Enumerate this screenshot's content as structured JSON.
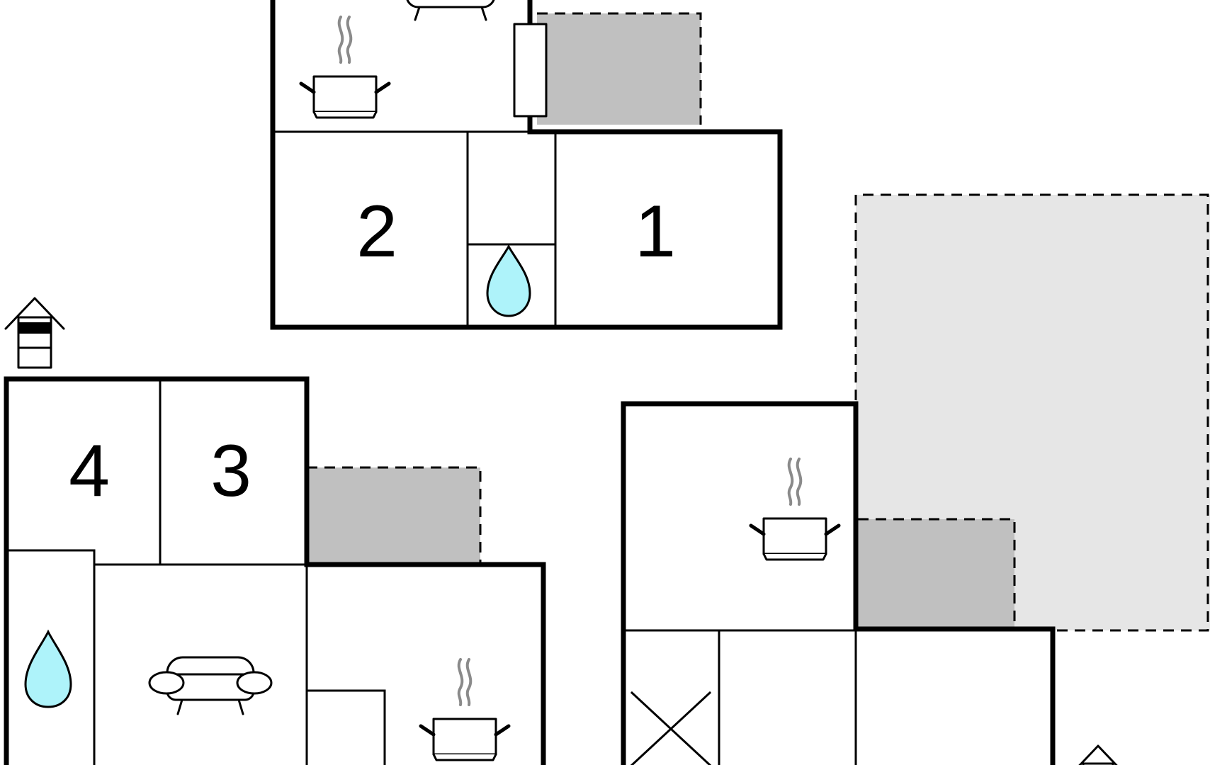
{
  "rooms": [
    {
      "number": "1"
    },
    {
      "number": "2"
    },
    {
      "number": "3"
    },
    {
      "number": "4"
    }
  ],
  "colors": {
    "walls": "#000000",
    "terrace_dark": "#c0c0c0",
    "terrace_light": "#e6e6e6",
    "water_drop": "#aef3fa",
    "steam": "#8a8a8a",
    "background": "#ffffff"
  },
  "icons": [
    "sofa-icon",
    "kitchen-pot-icon",
    "water-drop-icon",
    "house-entrance-icon",
    "cross-icon",
    "door-icon"
  ]
}
